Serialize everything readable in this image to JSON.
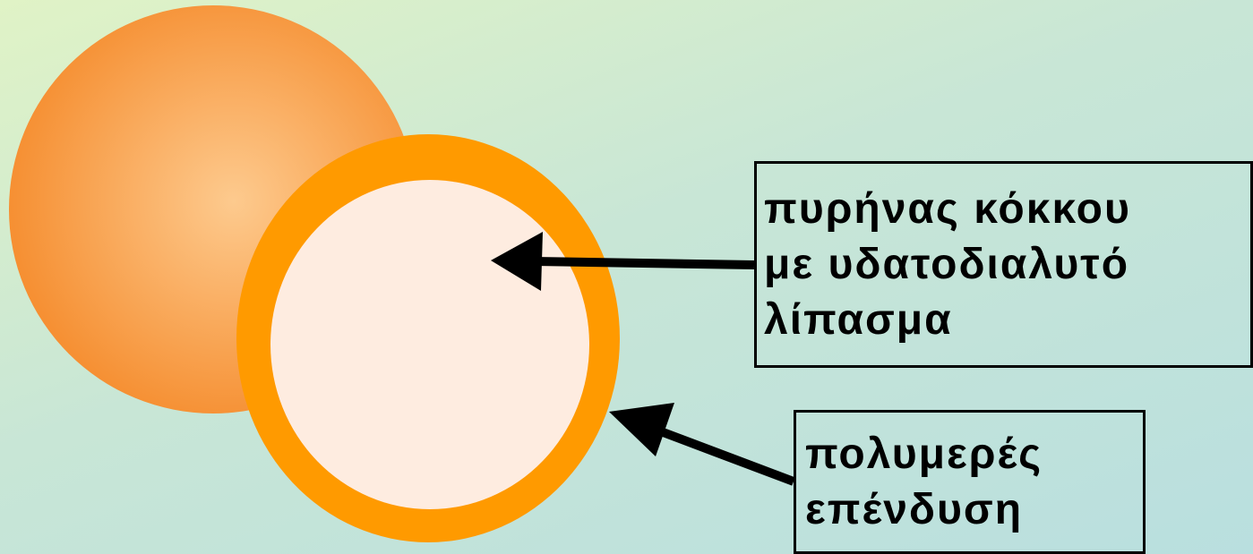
{
  "diagram": {
    "core_label": {
      "lines": [
        "πυρήνας κόκκου",
        "με υδατοδιαλυτό",
        "λίπασμα"
      ]
    },
    "coating_label": {
      "lines": [
        "πολυμερές",
        "επένδυση"
      ]
    }
  },
  "colors": {
    "back_sphere_light": "#fdca8e",
    "back_sphere_dark": "#f58a2a",
    "coating": "#ff9a00",
    "core": "#feece0",
    "arrow": "#000000",
    "background_top": "#e0f3c6",
    "background_bottom": "#b9dfdf"
  }
}
